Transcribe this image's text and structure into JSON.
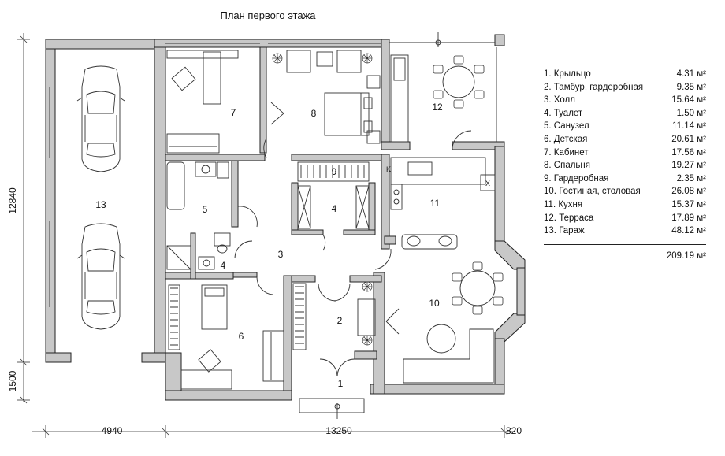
{
  "title": "План первого этажа",
  "rooms": [
    {
      "no": "1",
      "name": "Крыльцо",
      "area": "4.31 м²"
    },
    {
      "no": "2",
      "name": "Тамбур, гардеробная",
      "area": "9.35 м²"
    },
    {
      "no": "3",
      "name": "Холл",
      "area": "15.64 м²"
    },
    {
      "no": "4",
      "name": "Туалет",
      "area": "1.50 м²"
    },
    {
      "no": "5",
      "name": "Санузел",
      "area": "11.14 м²"
    },
    {
      "no": "6",
      "name": "Детская",
      "area": "20.61 м²"
    },
    {
      "no": "7",
      "name": "Кабинет",
      "area": "17.56 м²"
    },
    {
      "no": "8",
      "name": "Спальня",
      "area": "19.27 м²"
    },
    {
      "no": "9",
      "name": "Гардеробная",
      "area": "2.35 м²"
    },
    {
      "no": "10",
      "name": "Гостиная, столовая",
      "area": "26.08 м²"
    },
    {
      "no": "11",
      "name": "Кухня",
      "area": "15.37 м²"
    },
    {
      "no": "12",
      "name": "Терраса",
      "area": "17.89 м²"
    },
    {
      "no": "13",
      "name": "Гараж",
      "area": "48.12 м²"
    }
  ],
  "total_area": "209.19 м²",
  "room_labels": {
    "r1": "1",
    "r2": "2",
    "r3": "3",
    "r4a": "4",
    "r4b": "4",
    "r5": "5",
    "r6": "6",
    "r7": "7",
    "r8": "8",
    "r9": "9",
    "r10": "10",
    "r11": "11",
    "r12": "12",
    "r13": "13"
  },
  "dimensions": {
    "bottom_left": "4940",
    "bottom_mid": "13250",
    "bottom_right": "820",
    "left_total": "12840",
    "left_porch": "1500"
  },
  "fixture_marks": {
    "k": "K",
    "x": "X"
  },
  "colors": {
    "wall": "#c8c8c8",
    "wall_stroke": "#222222",
    "line": "#333333"
  }
}
